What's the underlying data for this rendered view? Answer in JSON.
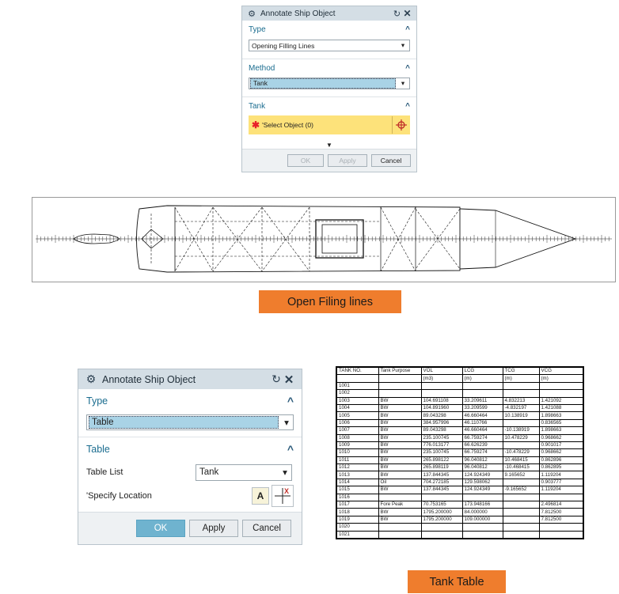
{
  "dialog1": {
    "title": "Annotate Ship Object",
    "type_label": "Type",
    "type_value": "Opening Filling Lines",
    "method_label": "Method",
    "method_value": "Tank",
    "tank_label": "Tank",
    "select_object": "Select Object (0)",
    "ok": "OK",
    "apply": "Apply",
    "cancel": "Cancel"
  },
  "caption1": "Open Filing lines",
  "dialog2": {
    "title": "Annotate Ship Object",
    "type_label": "Type",
    "type_value": "Table",
    "table_label": "Table",
    "table_list_label": "Table List",
    "table_list_value": "Tank",
    "specify_location": "'Specify Location",
    "ok": "OK",
    "apply": "Apply",
    "cancel": "Cancel"
  },
  "caption2": "Tank Table",
  "tank_table": {
    "headers": [
      [
        "TANK NO.",
        "Tank Purpose",
        "VOL",
        "LCG",
        "TCG",
        "VCG"
      ],
      [
        "",
        "",
        "(m3)",
        "(m)",
        "(m)",
        "(m)"
      ]
    ],
    "rows": [
      [
        "1001",
        "",
        "",
        "",
        "",
        ""
      ],
      [
        "1002",
        "",
        "",
        "",
        "",
        ""
      ],
      [
        "1003",
        "BW",
        "104.691108",
        "33.209611",
        "4.832213",
        "1.421092"
      ],
      [
        "1004",
        "BW",
        "104.891960",
        "33.209599",
        "-4.832197",
        "1.421088"
      ],
      [
        "1005",
        "BW",
        "89.043298",
        "46.660464",
        "10.138919",
        "1.898663"
      ],
      [
        "1006",
        "BW",
        "384.957996",
        "46.110766",
        "",
        "0.836565"
      ],
      [
        "1007",
        "BW",
        "89.043298",
        "46.660464",
        "-10.138919",
        "1.898663"
      ],
      [
        "1008",
        "BW",
        "235.100745",
        "66.759274",
        "10.478229",
        "0.968662"
      ],
      [
        "1009",
        "BW",
        "776.013177",
        "66.626239",
        "",
        "0.901017"
      ],
      [
        "1010",
        "BW",
        "235.100745",
        "66.759274",
        "-10.478229",
        "0.968662"
      ],
      [
        "1011",
        "BW",
        "265.898122",
        "96.040812",
        "10.468415",
        "0.862896"
      ],
      [
        "1012",
        "BW",
        "265.898119",
        "96.040812",
        "-10.468415",
        "0.862895"
      ],
      [
        "1013",
        "BW",
        "137.844345",
        "124.924349",
        "9.165652",
        "1.119204"
      ],
      [
        "1014",
        "Oil",
        "704.272185",
        "129.598062",
        "",
        "0.903777"
      ],
      [
        "1015",
        "BW",
        "137.844345",
        "124.924349",
        "-9.165652",
        "1.119204"
      ],
      [
        "1016",
        "",
        "",
        "",
        "",
        ""
      ],
      [
        "1017",
        "Fore Peak",
        "70.753165",
        "173.948166",
        "",
        "2.496814"
      ],
      [
        "1018",
        "BW",
        "1795.200000",
        "84.000000",
        "",
        "7.812500"
      ],
      [
        "1019",
        "BW",
        "1795.200000",
        "109.000000",
        "",
        "7.812500"
      ],
      [
        "1020",
        "",
        "",
        "",
        "",
        ""
      ],
      [
        "1021",
        "",
        "",
        "",
        "",
        ""
      ]
    ]
  },
  "colors": {
    "accent": "#1a6c8f",
    "orange": "#ef7d2d",
    "required": "#e8202a",
    "select_bg": "#fde27a"
  }
}
